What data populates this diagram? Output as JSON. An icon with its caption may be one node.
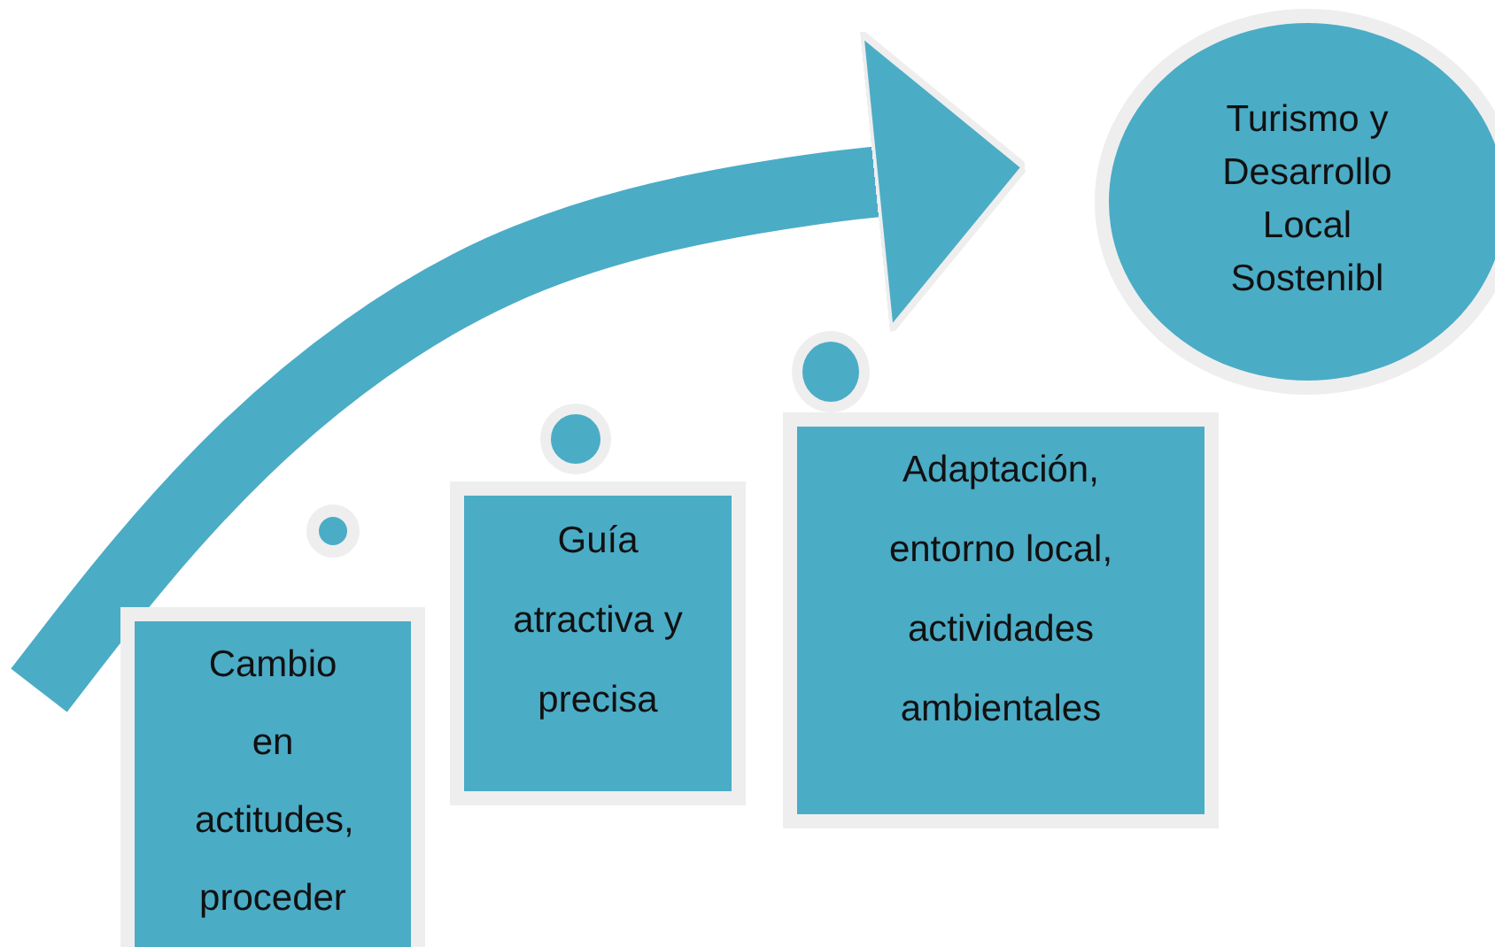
{
  "diagram": {
    "nodes": [
      {
        "text": [
          "Cambio en actitudes, proceder"
        ]
      },
      {
        "text": [],
        "shape": "circle"
      },
      {
        "text": [
          "Guía atractiva y precisa"
        ]
      },
      {
        "text": [],
        "shape": "circle"
      },
      {
        "text": [
          "Adaptación, entorno local, actividades ambientales"
        ]
      },
      {
        "text": [],
        "shape": "circle"
      },
      {
        "text": [
          "Turismo y Desarrollo Local Sostenibl"
        ]
      }
    ],
    "edges": [
      {
        "from": null,
        "to": 6,
        "arrow": "to"
      }
    ]
  }
}
